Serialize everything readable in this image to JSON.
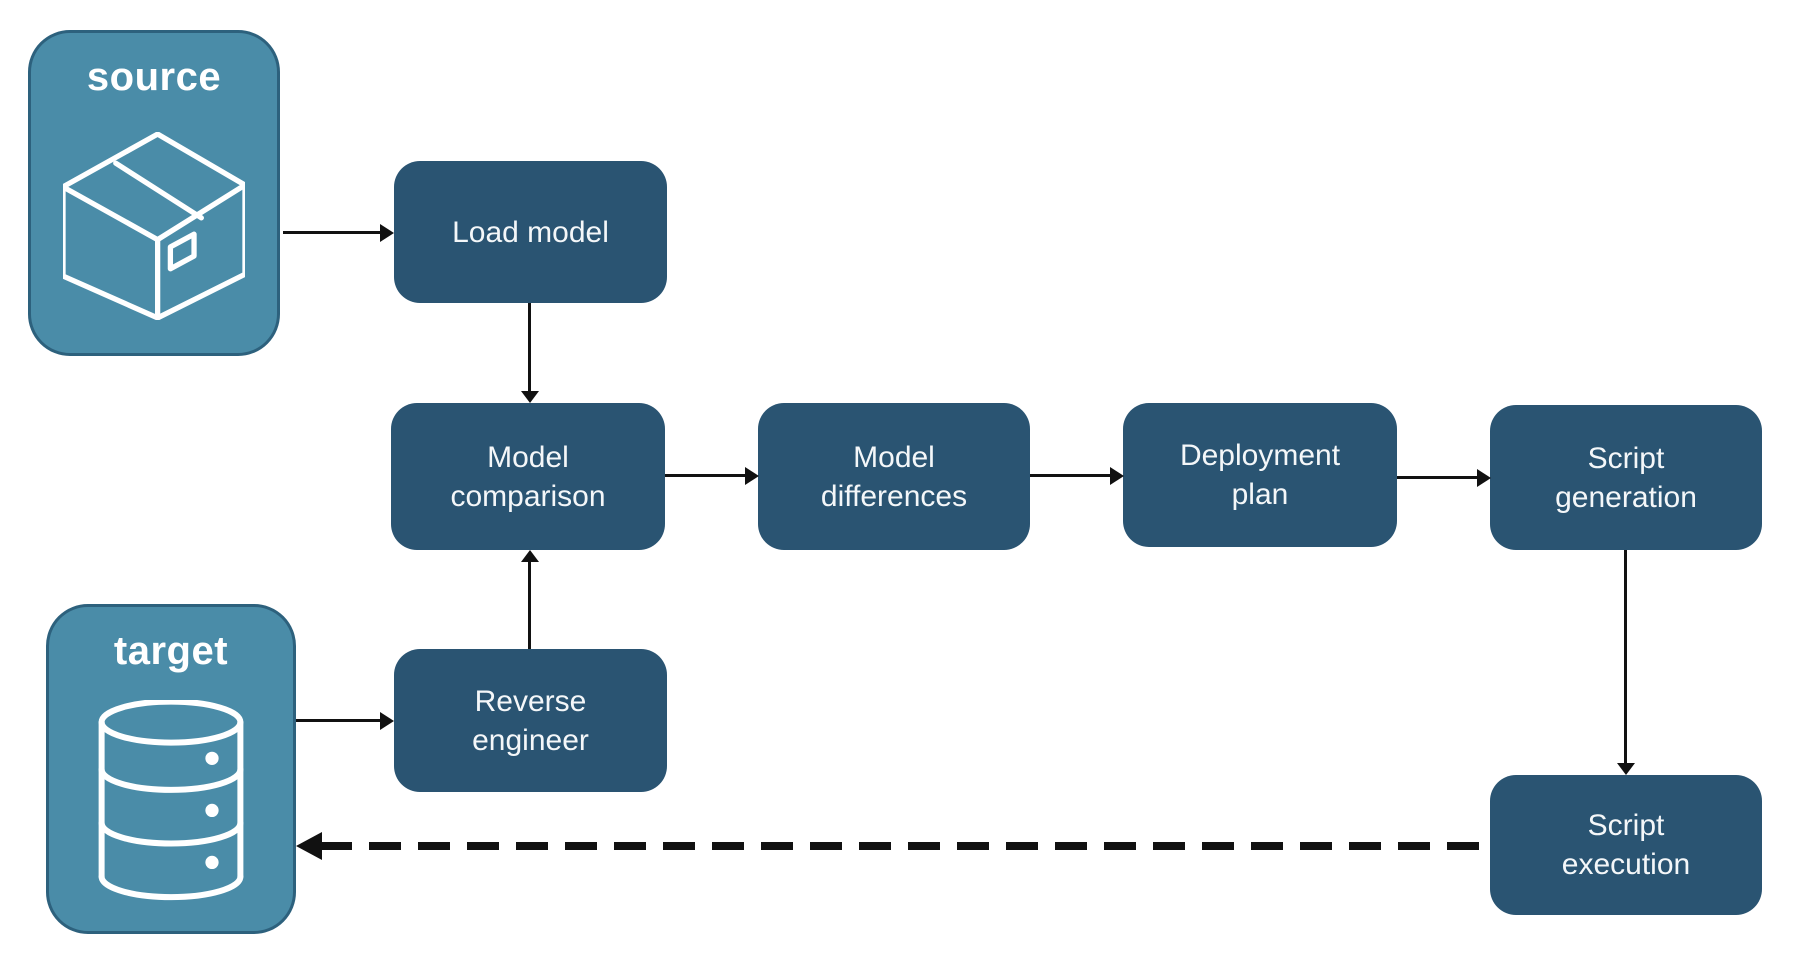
{
  "diagram": {
    "type": "flowchart",
    "background": "#ffffff",
    "colors": {
      "process_fill": "#2A5472",
      "endpoint_fill": "#4A8CA8",
      "endpoint_border": "#2D617D",
      "label_text": "#F4F7F9",
      "arrow": "#111111"
    },
    "endpoints": {
      "source": {
        "label": "source",
        "icon": "package-icon"
      },
      "target": {
        "label": "target",
        "icon": "database-icon"
      }
    },
    "nodes": {
      "load_model": {
        "lines": [
          "Load model"
        ]
      },
      "model_comparison": {
        "lines": [
          "Model",
          "comparison"
        ]
      },
      "model_differences": {
        "lines": [
          "Model",
          "differences"
        ]
      },
      "deployment_plan": {
        "lines": [
          "Deployment",
          "plan"
        ]
      },
      "script_generation": {
        "lines": [
          "Script",
          "generation"
        ]
      },
      "reverse_engineer": {
        "lines": [
          "Reverse",
          "engineer"
        ]
      },
      "script_execution": {
        "lines": [
          "Script",
          "execution"
        ]
      }
    },
    "edges": [
      {
        "from": "source",
        "to": "load_model",
        "style": "solid"
      },
      {
        "from": "load_model",
        "to": "model_comparison",
        "style": "solid"
      },
      {
        "from": "target",
        "to": "reverse_engineer",
        "style": "solid"
      },
      {
        "from": "reverse_engineer",
        "to": "model_comparison",
        "style": "solid"
      },
      {
        "from": "model_comparison",
        "to": "model_differences",
        "style": "solid"
      },
      {
        "from": "model_differences",
        "to": "deployment_plan",
        "style": "solid"
      },
      {
        "from": "deployment_plan",
        "to": "script_generation",
        "style": "solid"
      },
      {
        "from": "script_generation",
        "to": "script_execution",
        "style": "solid"
      },
      {
        "from": "script_execution",
        "to": "target",
        "style": "dashed"
      }
    ]
  }
}
